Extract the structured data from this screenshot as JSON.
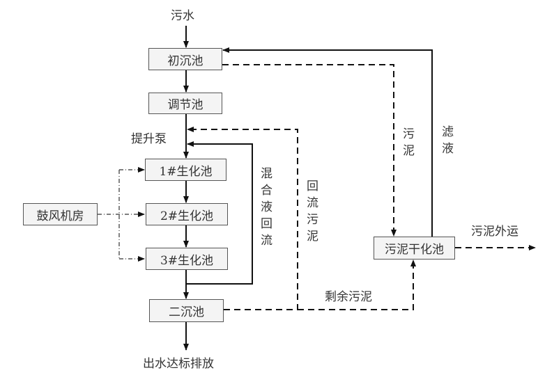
{
  "nodes": {
    "inlet": "污水",
    "primary_clarifier": "初沉池",
    "equalization_tank": "调节池",
    "lift_pump": "提升泵",
    "bio_tank_1": "1#生化池",
    "bio_tank_2": "2#生化池",
    "bio_tank_3": "3#生化池",
    "blower_room": "鼓风机房",
    "secondary_clarifier": "二沉池",
    "effluent": "出水达标排放",
    "sludge_drying": "污泥干化池",
    "sludge_export": "污泥外运"
  },
  "flow_labels": {
    "mixed_liquor_return": "混合液回流",
    "return_sludge": "回流污泥",
    "sludge": "污泥",
    "filtrate": "滤液",
    "excess_sludge": "剩余污泥"
  }
}
